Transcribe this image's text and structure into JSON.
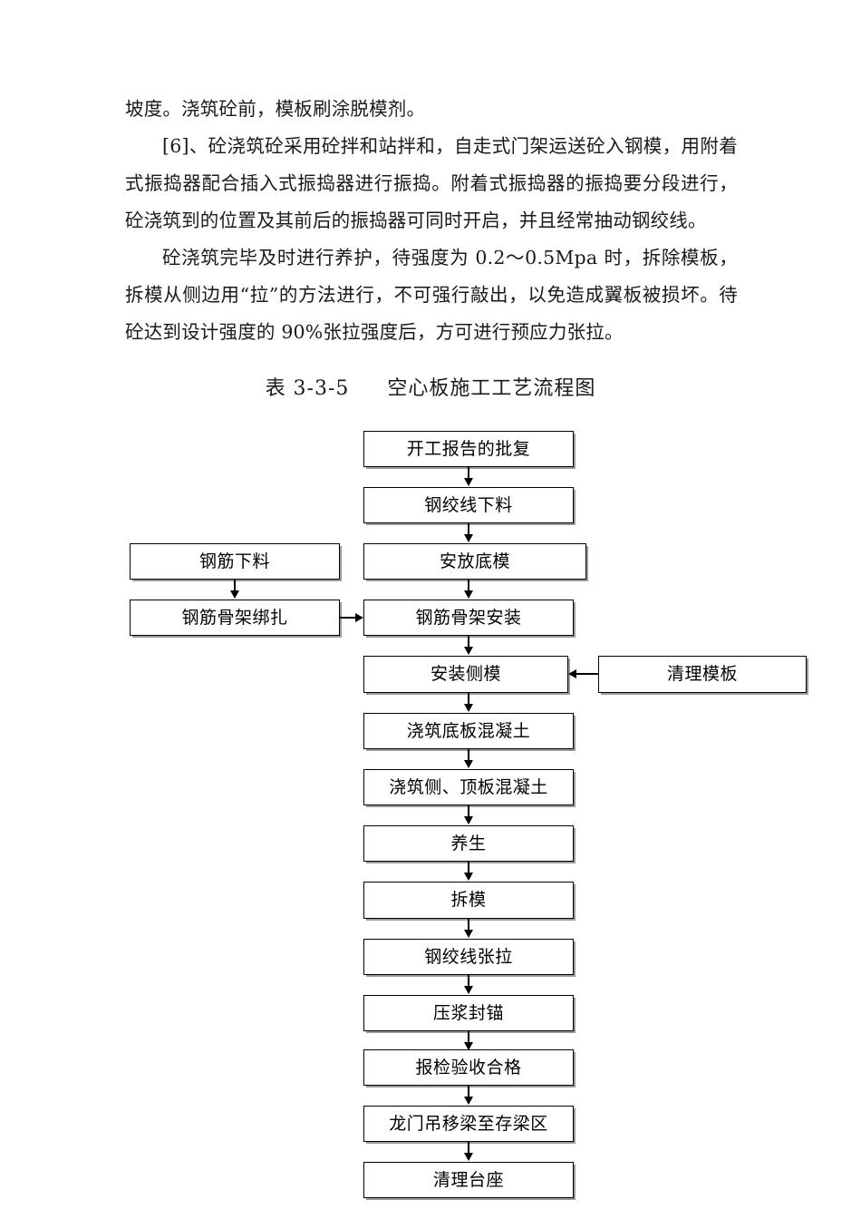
{
  "document": {
    "paragraphs": [
      {
        "id": "p1",
        "indent": false,
        "text": "坡度。浇筑砼前，模板刷涂脱模剂。"
      },
      {
        "id": "p2",
        "indent": true,
        "text": "[6]、砼浇筑砼采用砼拌和站拌和，自走式门架运送砼入钢模，用附着式振捣器配合插入式振捣器进行振捣。附着式振捣器的振捣要分段进行，砼浇筑到的位置及其前后的振捣器可同时开启，并且经常抽动钢绞线。"
      },
      {
        "id": "p3",
        "indent": true,
        "text": "砼浇筑完毕及时进行养护，待强度为 0.2～0.5Mpa 时，拆除模板，拆模从侧边用“拉”的方法进行，不可强行敲出，以免造成翼板被损坏。待砼达到设计强度的 90%张拉强度后，方可进行预应力张拉。"
      }
    ],
    "table_caption": {
      "label": "表 3-3-5",
      "title": "空心板施工工艺流程图"
    }
  },
  "flowchart": {
    "title": "空心板施工工艺流程图",
    "nodes": [
      {
        "id": "n1",
        "label": "开工报告的批复"
      },
      {
        "id": "n2",
        "label": "钢绞线下料"
      },
      {
        "id": "n3",
        "label": "安放底模"
      },
      {
        "id": "n4",
        "label": "钢筋下料"
      },
      {
        "id": "n5",
        "label": "钢筋骨架绑扎"
      },
      {
        "id": "n6",
        "label": "钢筋骨架安装"
      },
      {
        "id": "n7",
        "label": "安装侧模"
      },
      {
        "id": "n8",
        "label": "清理模板"
      },
      {
        "id": "n9",
        "label": "浇筑底板混凝土"
      },
      {
        "id": "n10",
        "label": "浇筑侧、顶板混凝土"
      },
      {
        "id": "n11",
        "label": "养生"
      },
      {
        "id": "n12",
        "label": "拆模"
      },
      {
        "id": "n13",
        "label": "钢绞线张拉"
      },
      {
        "id": "n14",
        "label": "压浆封锚"
      },
      {
        "id": "n15",
        "label": "报检验收合格"
      },
      {
        "id": "n16",
        "label": "龙门吊移梁至存梁区"
      },
      {
        "id": "n17",
        "label": "清理台座"
      }
    ]
  }
}
